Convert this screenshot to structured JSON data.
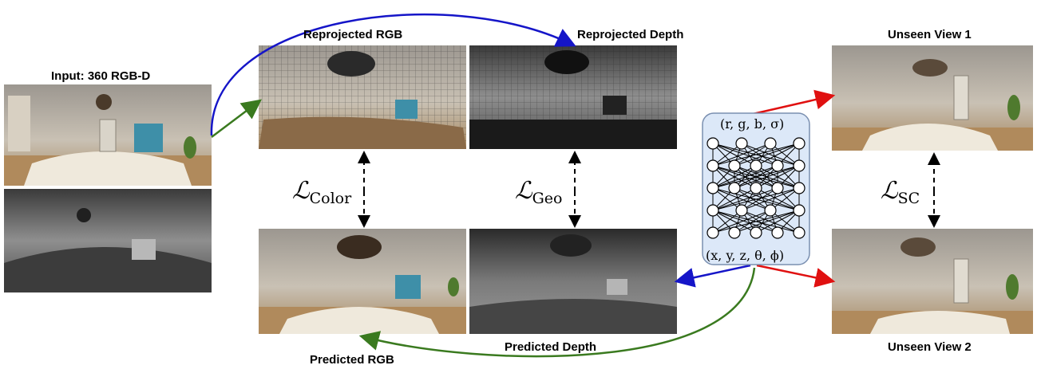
{
  "labels": {
    "input": "Input: 360 RGB-D",
    "reprojected_rgb": "Reprojected RGB",
    "reprojected_depth": "Reprojected Depth",
    "unseen_view_1": "Unseen View 1",
    "unseen_view_2": "Unseen View 2",
    "predicted_rgb": "Predicted RGB",
    "predicted_depth": "Predicted Depth"
  },
  "losses": {
    "color": {
      "symbol": "ℒ",
      "subscript": "Color"
    },
    "geo": {
      "symbol": "ℒ",
      "subscript": "Geo"
    },
    "sc": {
      "symbol": "ℒ",
      "subscript": "SC"
    }
  },
  "mlp": {
    "output": "(r, g, b, σ)",
    "input": "(x, y, z, θ, ϕ)",
    "layer_sizes": [
      4,
      5,
      5,
      4,
      5
    ]
  },
  "colors": {
    "blue_arrow": "#1515c8",
    "green_arrow": "#3a7a1f",
    "red_arrow": "#e01010",
    "mlp_fill": "#dce8f8",
    "mlp_stroke": "#7a8fb0"
  }
}
